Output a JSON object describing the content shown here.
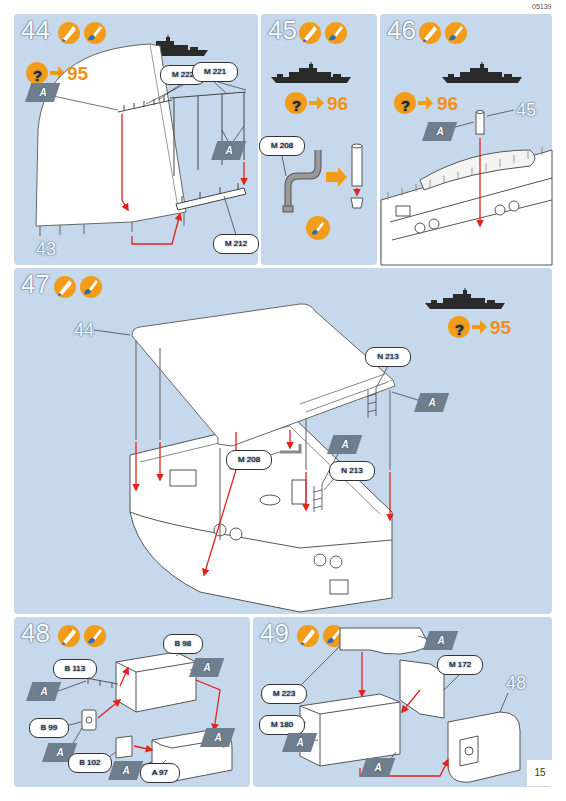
{
  "diagram": {
    "nodes": [
      {
        "text": [
          "44"
        ]
      },
      {
        "text": [
          "?"
        ],
        "in": 0
      },
      {
        "text": [
          "M 222"
        ],
        "in": 0
      },
      {
        "text": [
          "M 221"
        ],
        "in": 0
      },
      {
        "text": [
          "A"
        ],
        "in": 0
      },
      {
        "text": [
          "A"
        ],
        "in": 0
      },
      {
        "text": [
          "M 212"
        ],
        "in": 0
      },
      {
        "text": [
          "45"
        ]
      },
      {
        "text": [
          "?"
        ],
        "in": 7
      },
      {
        "text": [
          "M 208"
        ],
        "in": 7
      },
      {
        "text": [
          "46"
        ]
      },
      {
        "text": [
          "?"
        ],
        "in": 10
      },
      {
        "text": [
          "A"
        ],
        "in": 10
      },
      {
        "text": [
          "47"
        ]
      },
      {
        "text": [
          "?"
        ],
        "in": 13
      },
      {
        "text": [
          "N 213"
        ],
        "in": 13
      },
      {
        "text": [
          "A"
        ],
        "in": 13
      },
      {
        "text": [
          "A"
        ],
        "in": 13
      },
      {
        "text": [
          "M 208"
        ],
        "in": 13
      },
      {
        "text": [
          "N 213"
        ],
        "in": 13
      },
      {
        "text": [
          "48"
        ]
      },
      {
        "text": [
          "B 113"
        ],
        "in": 20
      },
      {
        "text": [
          "B 98"
        ],
        "in": 20
      },
      {
        "text": [
          "A"
        ],
        "in": 20
      },
      {
        "text": [
          "A"
        ],
        "in": 20
      },
      {
        "text": [
          "B 99"
        ],
        "in": 20
      },
      {
        "text": [
          "A"
        ],
        "in": 20
      },
      {
        "text": [
          "B 102"
        ],
        "in": 20
      },
      {
        "text": [
          "A"
        ],
        "in": 20
      },
      {
        "text": [
          "A 97"
        ],
        "in": 20
      },
      {
        "text": [
          "A"
        ],
        "in": 20
      },
      {
        "text": [
          "49"
        ]
      },
      {
        "text": [
          "M 223"
        ],
        "in": 31
      },
      {
        "text": [
          "A"
        ],
        "in": 31
      },
      {
        "text": [
          "M 172"
        ],
        "in": 31
      },
      {
        "text": [
          "M 180"
        ],
        "in": 31
      },
      {
        "text": [
          "A"
        ],
        "in": 31
      },
      {
        "text": [
          "A"
        ],
        "in": 31
      },
      {
        "text": [
          "15"
        ]
      }
    ],
    "labels": [
      "05139",
      "95",
      "43",
      "96",
      "96",
      "45",
      "44",
      "95",
      "48"
    ]
  }
}
